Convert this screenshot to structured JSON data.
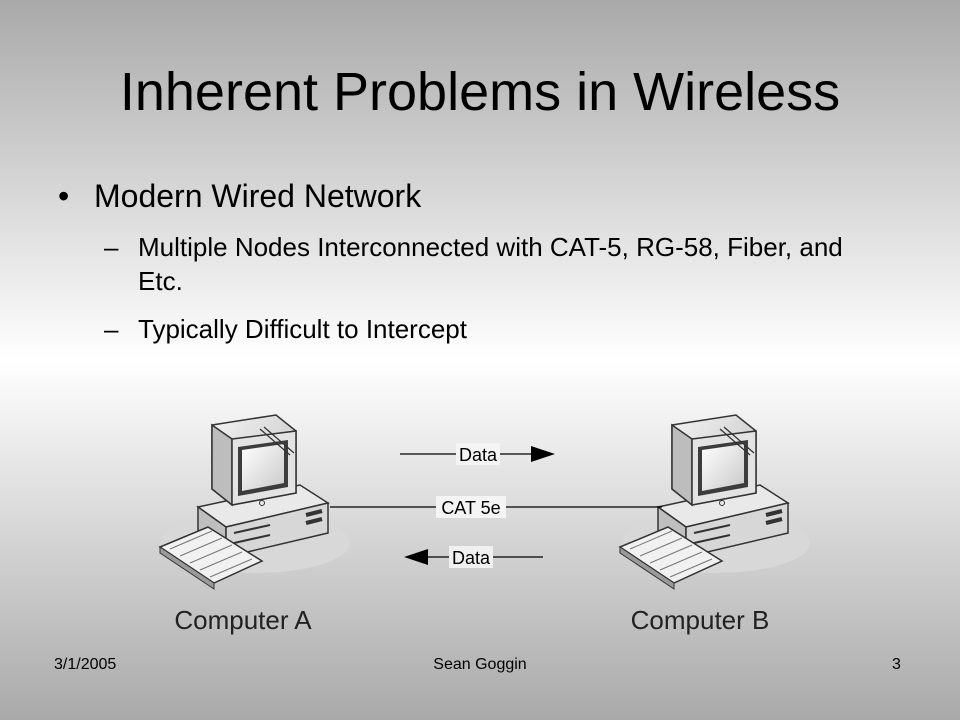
{
  "slide": {
    "title": "Inherent Problems in Wireless",
    "bullet": "Modern Wired Network",
    "subbullets": [
      "Multiple Nodes Interconnected with CAT-5, RG-58, Fiber, and Etc.",
      "Typically Difficult to Intercept"
    ]
  },
  "diagram": {
    "computer_a": "Computer A",
    "computer_b": "Computer B",
    "link_label": "CAT 5e",
    "data_top": "Data",
    "data_bottom": "Data"
  },
  "footer": {
    "date": "3/1/2005",
    "author": "Sean Goggin",
    "page": "3"
  }
}
